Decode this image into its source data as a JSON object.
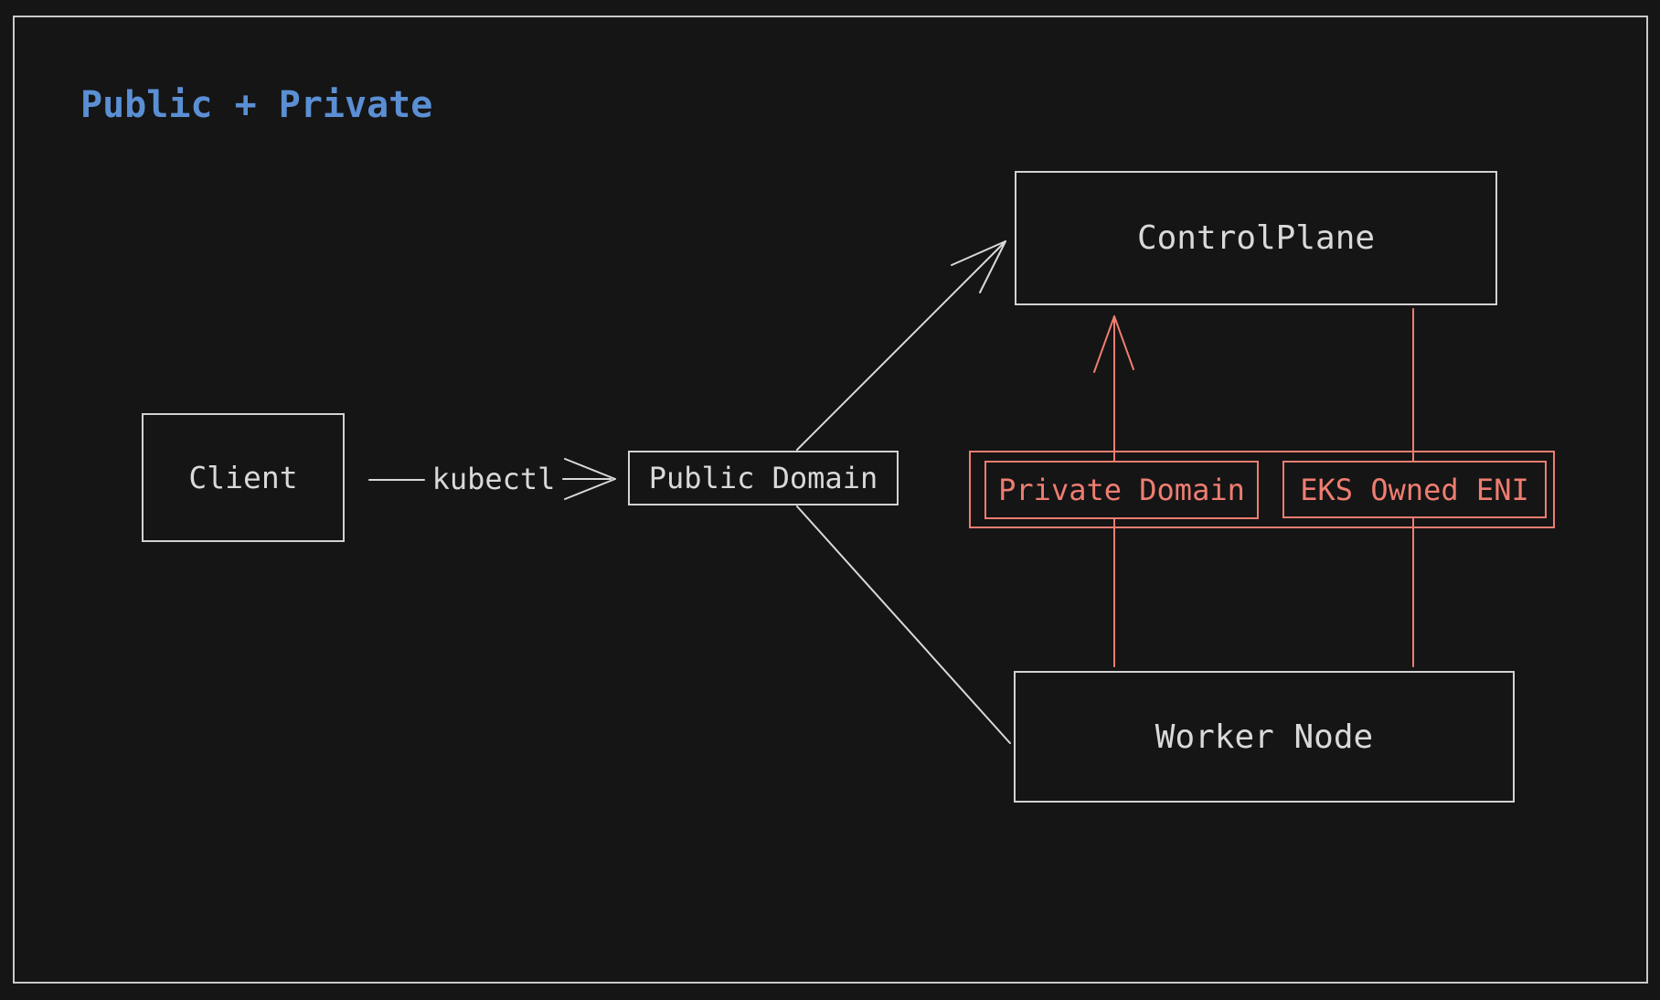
{
  "title": {
    "text": "Public + Private"
  },
  "nodes": {
    "client": {
      "label": "Client"
    },
    "public_domain": {
      "label": "Public Domain"
    },
    "control_plane": {
      "label": "ControlPlane"
    },
    "worker_node": {
      "label": "Worker Node"
    },
    "private_domain": {
      "label": "Private Domain"
    },
    "eks_owned_eni": {
      "label": "EKS Owned ENI"
    }
  },
  "edges": {
    "kubectl": {
      "label": "kubectl"
    }
  },
  "colors": {
    "background": "#151515",
    "frame_border": "#c9c9c9",
    "line_light": "#d9d9d9",
    "accent_red": "#ef7d71",
    "title_blue": "#5b8fd4"
  }
}
